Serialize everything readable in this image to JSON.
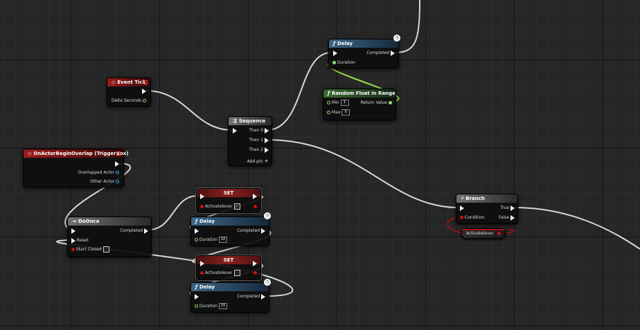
{
  "nodes": {
    "event_tick": {
      "title": "Event Tick",
      "delta": "Delta Seconds"
    },
    "overlap": {
      "title": "OnActorBeginOverlap (TriggerBox)",
      "overlapped": "Overlapped Actor",
      "other": "Other Actor"
    },
    "sequence": {
      "title": "Sequence",
      "then0": "Then 0",
      "then1": "Then 1",
      "then2": "Then 2",
      "add_pin": "Add pin"
    },
    "delay_top": {
      "title": "Delay",
      "completed": "Completed",
      "duration": "Duration"
    },
    "random": {
      "title": "Random Float in Range",
      "min": "Min",
      "min_val": "1",
      "max": "Max",
      "max_val": "5",
      "ret": "Return Value"
    },
    "do_once": {
      "title": "DoOnce",
      "completed": "Completed",
      "reset": "Reset",
      "start_closed": "Start Closed"
    },
    "set1": {
      "title": "SET",
      "var": "Activatelever",
      "checked": "✓"
    },
    "delay1": {
      "title": "Delay",
      "completed": "Completed",
      "duration": "Duration",
      "value": "10"
    },
    "set2": {
      "title": "SET",
      "var": "Activatelever",
      "checked": ""
    },
    "delay2": {
      "title": "Delay",
      "completed": "Completed",
      "duration": "Duration",
      "value": "15"
    },
    "branch": {
      "title": "Branch",
      "true": "True",
      "false": "False",
      "condition": "Condition"
    },
    "getter": {
      "label": "Activatelever"
    }
  },
  "colors": {
    "exec_wire": "#d8d8d8",
    "float_wire": "#9be04c",
    "bool_pin": "#c81010",
    "object_pin": "#2bb3e8"
  },
  "icons": {
    "function": "f-icon",
    "event": "diamond-icon",
    "clock": "clock-icon"
  }
}
